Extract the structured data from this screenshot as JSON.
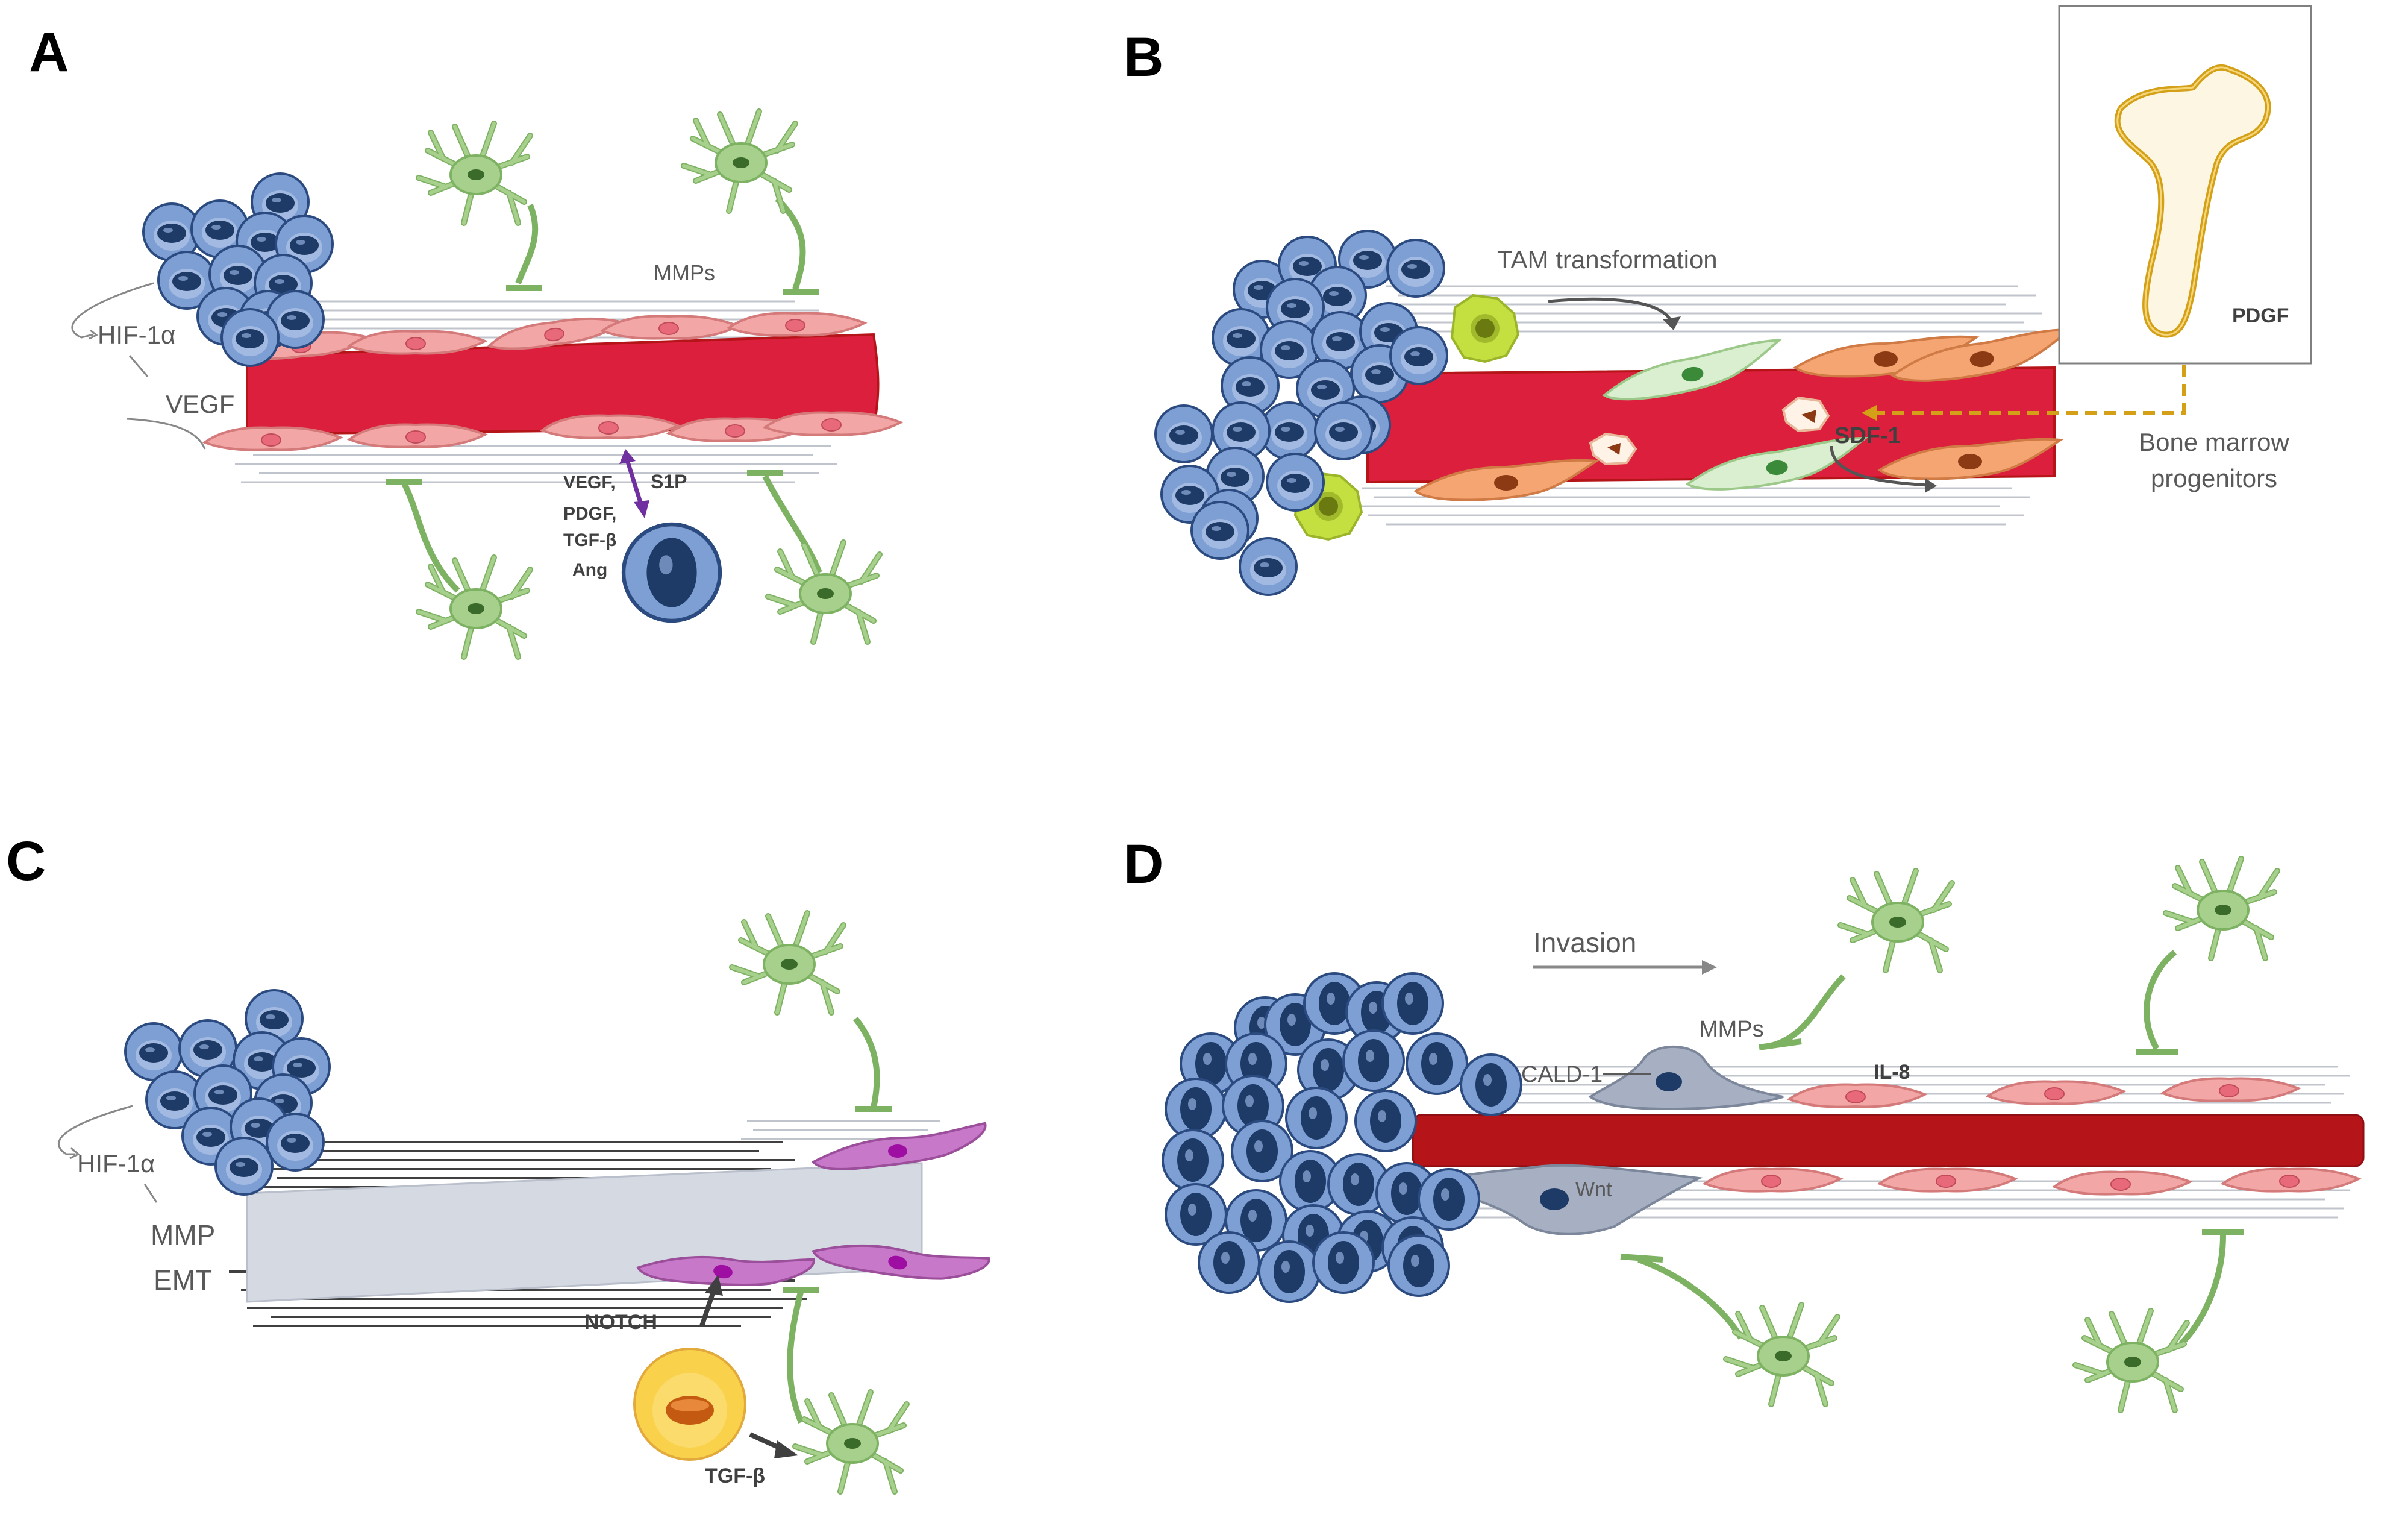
{
  "panels": {
    "a": {
      "letter": "A",
      "hif": "HIF-1α",
      "vegf": "VEGF",
      "mmps": "MMPs",
      "s1p": "S1P",
      "factors": [
        "VEGF,",
        "PDGF,",
        "TGF-β",
        "Ang"
      ]
    },
    "b": {
      "letter": "B",
      "tam": "TAM transformation",
      "sdf": "SDF-1",
      "pdgf": "PDGF",
      "bone_marrow": [
        "Bone marrow",
        "progenitors"
      ]
    },
    "c": {
      "letter": "C",
      "hif": "HIF-1α",
      "mmp": "MMP",
      "emt": "EMT",
      "notch": "NOTCH",
      "tgf": "TGF-β"
    },
    "d": {
      "letter": "D",
      "invasion": "Invasion",
      "mmps": "MMPs",
      "cald": "CALD-1",
      "il8": "IL-8",
      "wnt": "Wnt"
    }
  },
  "colors": {
    "tumor_cell": "#7e9fd4",
    "tumor_nucleus": "#1e3a66",
    "vessel": "#dc1f3c",
    "vessel_dark": "#b51419",
    "endothelial": "#f2a6a6",
    "astrocyte": "#a7d08c",
    "pericyte_orange": "#f4a571",
    "tam": "#c4e040",
    "pericyte_purple": "#c878c8",
    "stromal_yellow": "#f9d14a",
    "fibroblast_gray": "#a7b0c2",
    "arrow_purple": "#7030a0",
    "dashed_arrow": "#d4a017"
  },
  "icons": [
    "tumor-cell-icon",
    "astrocyte-icon",
    "endothelial-cell-icon",
    "macrophage-icon",
    "pericyte-icon",
    "bone-icon"
  ]
}
